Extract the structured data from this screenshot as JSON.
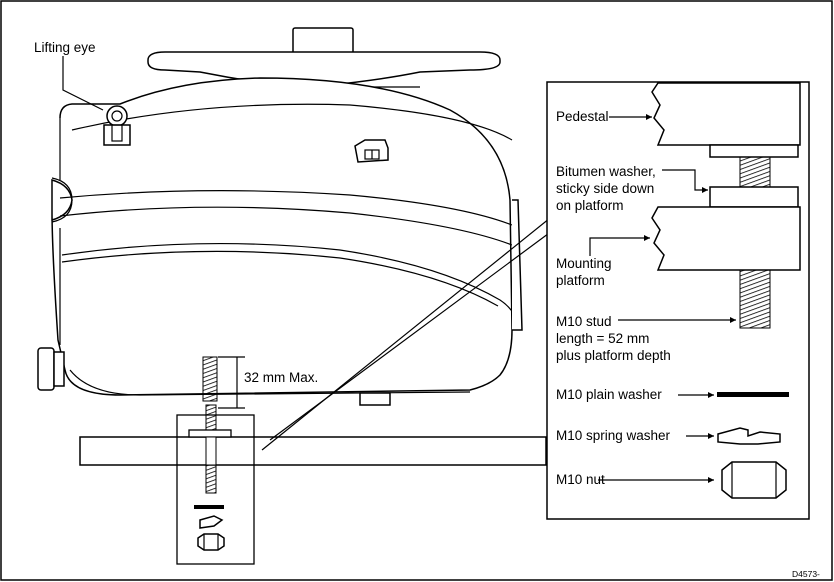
{
  "labels": {
    "lifting_eye": "Lifting eye",
    "max_depth": "32 mm Max.",
    "pedestal": "Pedestal",
    "bitumen_1": "Bitumen washer,",
    "bitumen_2": "sticky side down",
    "bitumen_3": "on platform",
    "mounting_1": "Mounting",
    "mounting_2": "platform",
    "stud_1": "M10 stud",
    "stud_2": "length = 52 mm",
    "stud_3": "plus platform depth",
    "plain_washer": "M10 plain washer",
    "spring_washer": "M10 spring washer",
    "nut": "M10 nut",
    "figure_id": "D4573-"
  }
}
